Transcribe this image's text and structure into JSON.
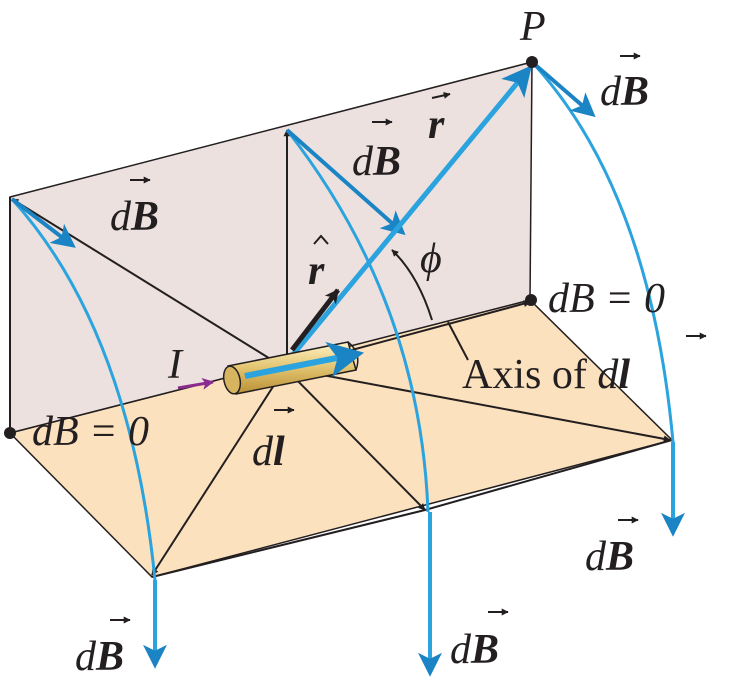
{
  "labels": {
    "point": "P",
    "current": "I",
    "r_vec": "r",
    "r_hat": "r",
    "phi": "ϕ",
    "db_d": "d",
    "db_B": "B",
    "db_zero": "dB = 0",
    "dl_d": "d",
    "dl_l": "l",
    "axis_text": "Axis of ",
    "axis_d": "d",
    "axis_l": "l"
  },
  "colors": {
    "field": "#2aa3de",
    "field_dark": "#1b84c4",
    "floor": "#fbe1bd",
    "wall": "#ece1de",
    "current": "#8a2b8f",
    "conductor": "#e7cc7c",
    "ink": "#231f20"
  }
}
